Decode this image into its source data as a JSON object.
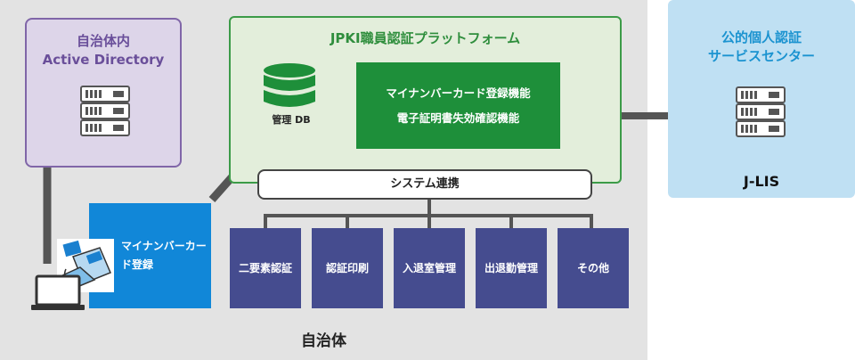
{
  "region_label": "自治体",
  "ad": {
    "title_line1": "自治体内",
    "title_line2": "Active Directory"
  },
  "jpki": {
    "title": "JPKI職員認証プラットフォーム",
    "functions": [
      "マイナンバーカード登録機能",
      "電子証明書失効確認機能"
    ],
    "db_label": "管理 DB"
  },
  "system_link": "システム連携",
  "jlis": {
    "title_line1": "公的個人認証",
    "title_line2": "サービスセンター",
    "label": "J-LIS"
  },
  "card_registration": "マイナンバーカード登録",
  "systems": [
    "二要素認証",
    "認証印刷",
    "入退室管理",
    "出退勤管理",
    "その他"
  ],
  "colors": {
    "region": "#e3e3e3",
    "ad": "#ddd5e9",
    "jpki": "#e3eedb",
    "jpki_block": "#1e8f3a",
    "jlis": "#bfe0f3",
    "card": "#1187d8",
    "systems": "#454c8f",
    "arrow": "#555555"
  }
}
